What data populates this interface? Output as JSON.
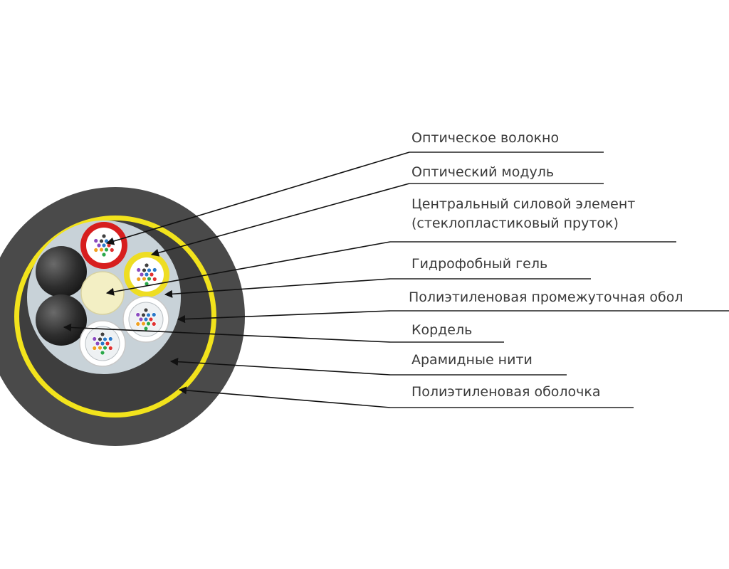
{
  "colors": {
    "outer_sheath": "#4a4a4a",
    "inner_sheath": "#3e3e3e",
    "aramid_yarn": "#f2e31c",
    "core_fill": "#c8d2d8",
    "gel": "#f3efc4",
    "cord": "#2a2a2a",
    "module_red": "#d71e1e",
    "module_yellow": "#eedd22",
    "module_white": "#ffffff"
  },
  "fiber_colors": [
    "#2a78c8",
    "#e03030",
    "#2aa84a",
    "#f0a020",
    "#8a4ac0",
    "#404040"
  ],
  "labels": [
    {
      "id": "optical-fiber",
      "lines": [
        "Оптическое волокно"
      ]
    },
    {
      "id": "optical-module",
      "lines": [
        "Оптический модуль"
      ]
    },
    {
      "id": "central-strength-member",
      "lines": [
        "Центральный силовой элемент",
        "(стеклопластиковый пруток)"
      ]
    },
    {
      "id": "hydrophobic-gel",
      "lines": [
        "Гидрофобный гель"
      ]
    },
    {
      "id": "intermediate-sheath",
      "lines": [
        "Полиэтиленовая промежуточная обол"
      ]
    },
    {
      "id": "cord",
      "lines": [
        "Кордель"
      ]
    },
    {
      "id": "aramid-yarns",
      "lines": [
        "Арамидные нити"
      ]
    },
    {
      "id": "outer-sheath",
      "lines": [
        "Полиэтиленовая оболочка"
      ]
    }
  ]
}
